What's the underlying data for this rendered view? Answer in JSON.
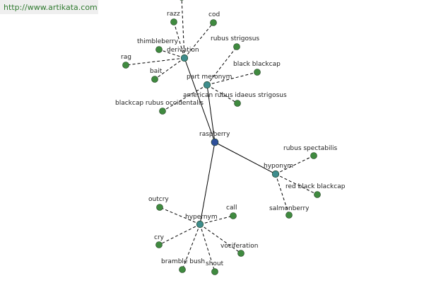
{
  "watermark": {
    "text": "http://www.artikata.com"
  },
  "colors": {
    "center": "#2e4f9a",
    "relation": "#3e8d8d",
    "leaf": "#3f8a3f",
    "edge": "#000000"
  },
  "graph": {
    "center": {
      "id": "raspberry",
      "label": "raspberry"
    },
    "relations": [
      {
        "id": "derivation",
        "label": "derivation",
        "leaves": [
          {
            "id": "razz",
            "label": "razz"
          },
          {
            "id": "cod",
            "label": "cod"
          },
          {
            "id": "thimbleberry",
            "label": "thimbleberry"
          },
          {
            "id": "rag",
            "label": "rag"
          },
          {
            "id": "bait",
            "label": "bait"
          },
          {
            "id": "top-offscreen",
            "label": ""
          }
        ]
      },
      {
        "id": "part-meronym",
        "label": "part meronym",
        "leaves": [
          {
            "id": "rubus-strigosus",
            "label": "rubus strigosus"
          },
          {
            "id": "black-blackcap",
            "label": "black blackcap"
          },
          {
            "id": "american-rubus-idaeus-strigosus",
            "label": "american rubus idaeus strigosus"
          },
          {
            "id": "blackcap-rubus-occidentalis",
            "label": "blackcap rubus occidentalis"
          }
        ]
      },
      {
        "id": "hyponym",
        "label": "hyponym",
        "leaves": [
          {
            "id": "rubus-spectabilis",
            "label": "rubus spectabilis"
          },
          {
            "id": "red-black-blackcap",
            "label": "red black blackcap"
          },
          {
            "id": "salmonberry",
            "label": "salmonberry"
          }
        ]
      },
      {
        "id": "hypernym",
        "label": "hypernym",
        "leaves": [
          {
            "id": "outcry",
            "label": "outcry"
          },
          {
            "id": "call",
            "label": "call"
          },
          {
            "id": "cry",
            "label": "cry"
          },
          {
            "id": "vociferation",
            "label": "vociferation"
          },
          {
            "id": "bramble-bush",
            "label": "bramble bush"
          },
          {
            "id": "shout",
            "label": "shout"
          }
        ]
      }
    ]
  }
}
